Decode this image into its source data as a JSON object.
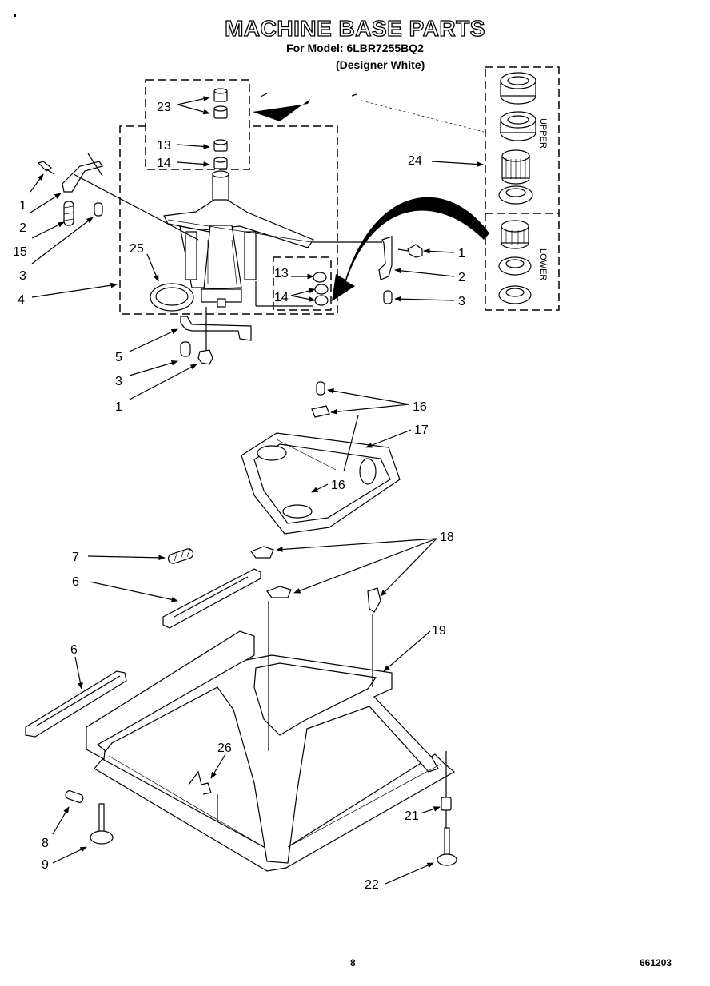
{
  "header": {
    "title": "MACHINE BASE PARTS",
    "model_line": "For Model: 6LBR7255BQ2",
    "color_line": "(Designer White)"
  },
  "footer": {
    "page_number": "8",
    "doc_number": "661203"
  },
  "labels": {
    "inset_upper": "UPPER",
    "inset_lower": "LOWER"
  },
  "callouts": [
    {
      "id": "c23",
      "text": "23"
    },
    {
      "id": "c13a",
      "text": "13"
    },
    {
      "id": "c14a",
      "text": "14"
    },
    {
      "id": "c1a",
      "text": "1"
    },
    {
      "id": "c2a",
      "text": "2"
    },
    {
      "id": "c15",
      "text": "15"
    },
    {
      "id": "c3a",
      "text": "3"
    },
    {
      "id": "c4",
      "text": "4"
    },
    {
      "id": "c25",
      "text": "25"
    },
    {
      "id": "c13b",
      "text": "13"
    },
    {
      "id": "c14b",
      "text": "14"
    },
    {
      "id": "c24",
      "text": "24"
    },
    {
      "id": "c1b",
      "text": "1"
    },
    {
      "id": "c2b",
      "text": "2"
    },
    {
      "id": "c3b",
      "text": "3"
    },
    {
      "id": "c5",
      "text": "5"
    },
    {
      "id": "c3c",
      "text": "3"
    },
    {
      "id": "c1c",
      "text": "1"
    },
    {
      "id": "c16a",
      "text": "16"
    },
    {
      "id": "c17",
      "text": "17"
    },
    {
      "id": "c16b",
      "text": "16"
    },
    {
      "id": "c18",
      "text": "18"
    },
    {
      "id": "c7",
      "text": "7"
    },
    {
      "id": "c6a",
      "text": "6"
    },
    {
      "id": "c6b",
      "text": "6"
    },
    {
      "id": "c19",
      "text": "19"
    },
    {
      "id": "c26",
      "text": "26"
    },
    {
      "id": "c21",
      "text": "21"
    },
    {
      "id": "c8",
      "text": "8"
    },
    {
      "id": "c9",
      "text": "9"
    },
    {
      "id": "c22",
      "text": "22"
    }
  ]
}
